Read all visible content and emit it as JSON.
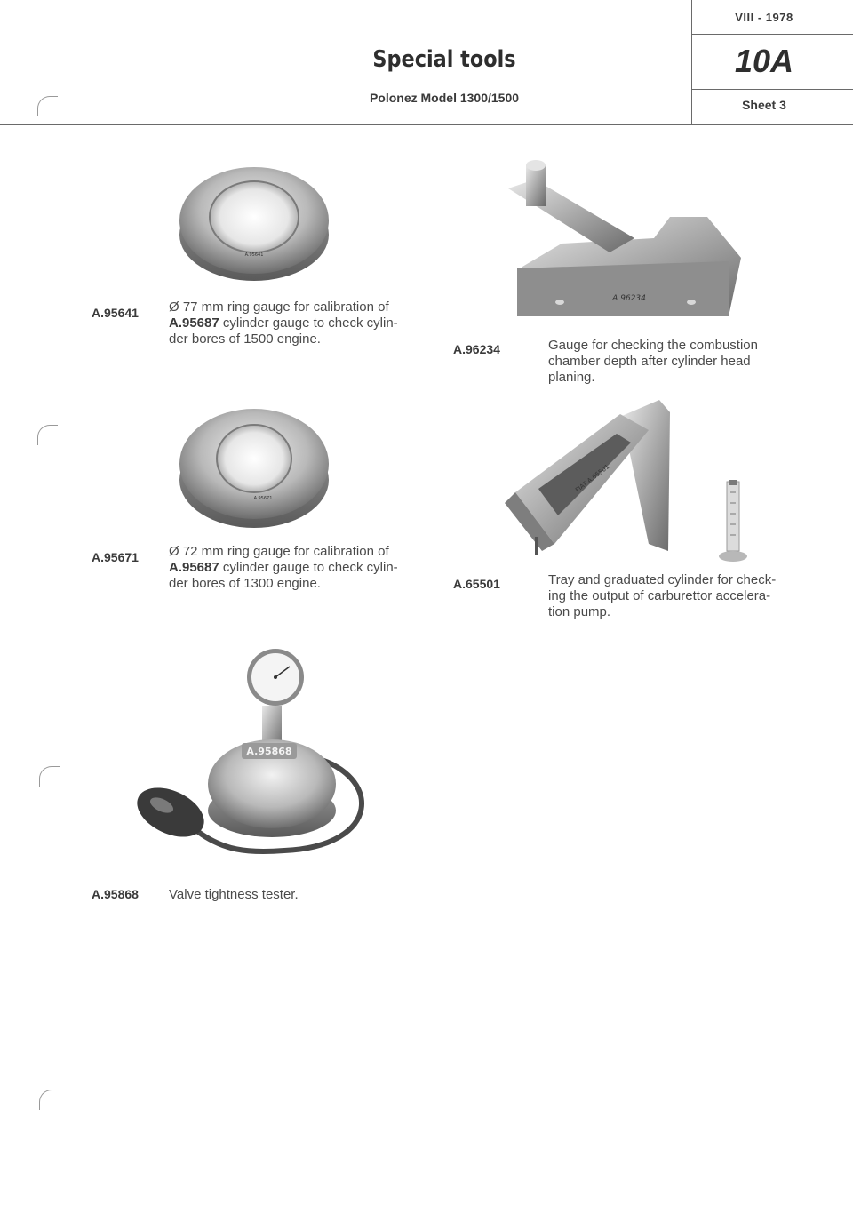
{
  "header": {
    "title": "Special tools",
    "subtitle": "Polonez Model 1300/1500",
    "date": "VIII - 1978",
    "code": "10A",
    "sheet": "Sheet 3"
  },
  "tools": [
    {
      "code": "A.95641",
      "label": "A.95641",
      "desc_prefix": "Ø 77 mm ring gauge for calibration of",
      "ref": "A.95687",
      "desc_line2": "cylinder gauge to check cylin-",
      "desc_line3": "der bores of 1500 engine."
    },
    {
      "code": "A.95671",
      "label": "A.95671",
      "desc_prefix": "Ø 72 mm ring gauge for calibration of",
      "ref": "A.95687",
      "desc_line2": "cylinder gauge to check cylin-",
      "desc_line3": "der bores of 1300 engine."
    },
    {
      "code": "A.95868",
      "label": "A.95868",
      "desc_line1": "Valve tightness tester."
    },
    {
      "code": "A.96234",
      "label": "A 96234",
      "desc_line1": "Gauge for checking the combustion",
      "desc_line2": "chamber depth after cylinder head",
      "desc_line3": "planing."
    },
    {
      "code": "A.65501",
      "label": "FIAT A.65501",
      "desc_line1": "Tray and graduated cylinder for check-",
      "desc_line2": "ing the output of carburettor accelera-",
      "desc_line3": "tion pump."
    }
  ]
}
